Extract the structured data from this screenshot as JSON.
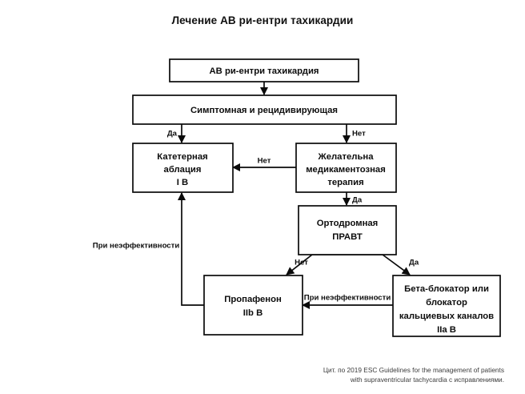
{
  "title": "Лечение АВ ри-ентри тахикардии",
  "nodes": {
    "root": {
      "lines": [
        "АВ ри-ентри тахикардия"
      ]
    },
    "symptomatic": {
      "lines": [
        "Симптомная и рецидивирующая"
      ]
    },
    "ablation": {
      "lines": [
        "Катетерная",
        "аблация",
        "I B"
      ]
    },
    "drug_therapy": {
      "lines": [
        "Желательна",
        "медикаментозная",
        "терапия"
      ]
    },
    "orthodromic": {
      "lines": [
        "Ортодромная",
        "ПРАВТ"
      ]
    },
    "propafenone": {
      "lines": [
        "Пропафенон",
        "IIb B"
      ]
    },
    "beta_blocker": {
      "lines": [
        "Бета-блокатор или",
        "блокатор",
        "кальциевых каналов",
        "IIa B"
      ]
    }
  },
  "edge_labels": {
    "symptomatic_yes": "Да",
    "symptomatic_no": "Нет",
    "drug_no": "Нет",
    "drug_yes": "Да",
    "ortho_no": "Нет",
    "ortho_yes": "Да",
    "ineffective_left": "При неэффективности",
    "ineffective_bottom": "При неэффективности"
  },
  "footer": {
    "line1": "Цит. по 2019 ESC Guidelines for the management of patients",
    "line2": "with supraventricular tachycardia с исправлениями."
  },
  "colors": {
    "background": "#ffffff",
    "stroke": "#0a0a0a",
    "text": "#0d0d0d",
    "footer_text": "#3b3b3b"
  }
}
